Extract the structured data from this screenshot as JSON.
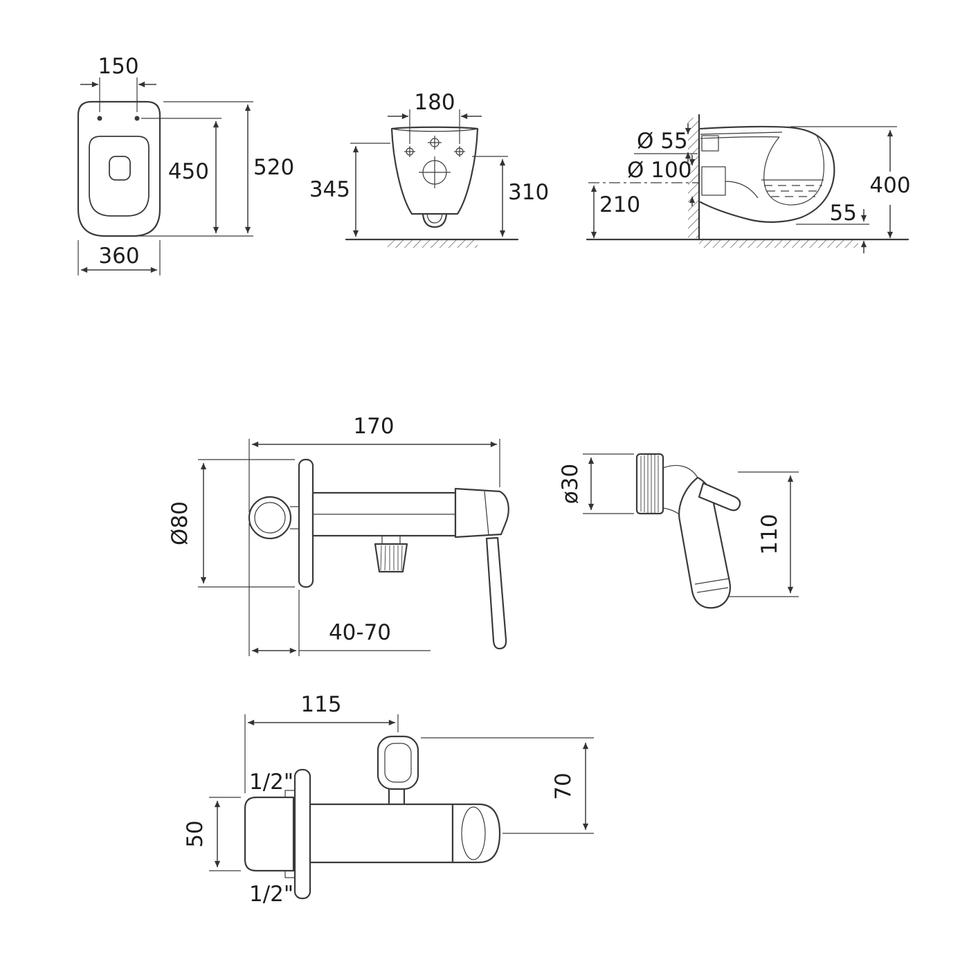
{
  "views": {
    "toilet_front": {
      "hole_spacing": "150",
      "total_height": "520",
      "seat_height": "450",
      "width": "360"
    },
    "toilet_rear": {
      "hole_spacing": "180",
      "height_left": "345",
      "height_right": "310"
    },
    "toilet_side": {
      "inlet_diameter": "Ø 55",
      "drain_diameter": "Ø 100",
      "drain_height": "210",
      "total_height": "400",
      "bottom_gap": "55"
    },
    "mixer_side": {
      "length": "170",
      "flange_diameter": "Ø80",
      "wall_depth": "40-70"
    },
    "hand_sprayer": {
      "head_diameter": "ø30",
      "height": "110"
    },
    "mixer_front": {
      "holder_offset": "115",
      "thread_top": "1/2\"",
      "thread_bottom": "1/2\"",
      "body_diameter": "50",
      "holder_height": "70"
    }
  }
}
